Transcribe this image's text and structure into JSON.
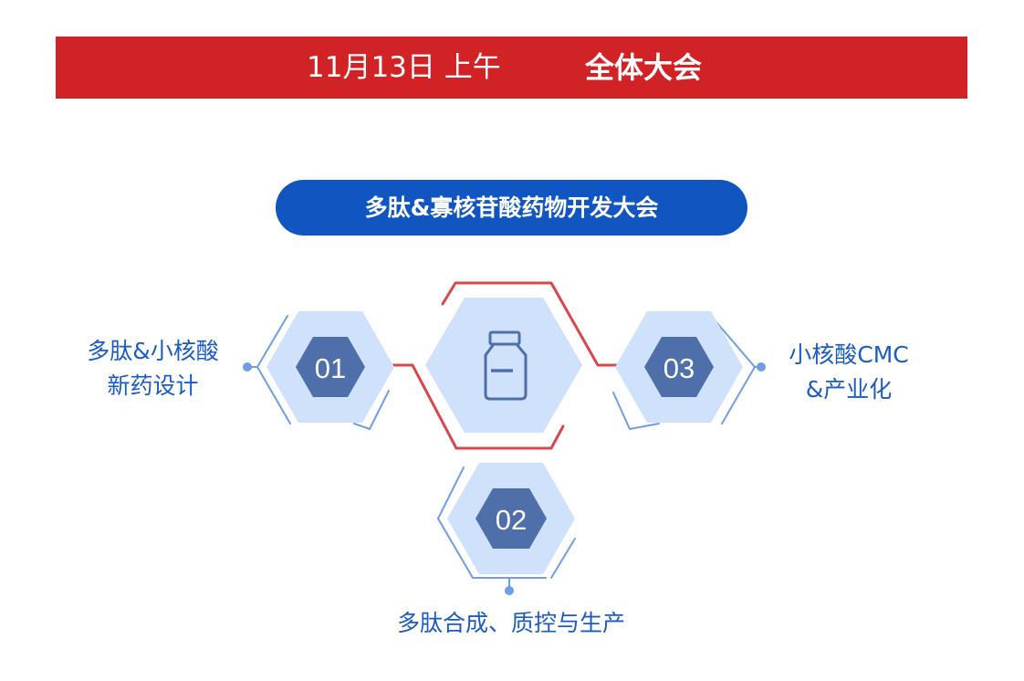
{
  "header": {
    "date_time": "11月13日 上午",
    "session_title": "全体大会"
  },
  "main_title": "多肽&寡核苷酸药物开发大会",
  "topics": [
    {
      "number": "01",
      "lines": [
        "多肽&小核酸",
        "新药设计"
      ]
    },
    {
      "number": "02",
      "lines": [
        "多肽合成、质控与生产"
      ]
    },
    {
      "number": "03",
      "lines": [
        "小核酸CMC",
        "&产业化"
      ]
    }
  ],
  "center_icon": "medicine-bottle-icon",
  "colors": {
    "banner_red": "#d12226",
    "pill_blue": "#1155c0",
    "label_blue": "#1a5bc4",
    "hex_light": "#cfe1fb",
    "hex_dark": "#4e6faa",
    "outline_blue": "#6f9ee6",
    "connector_red": "#d9474c"
  }
}
